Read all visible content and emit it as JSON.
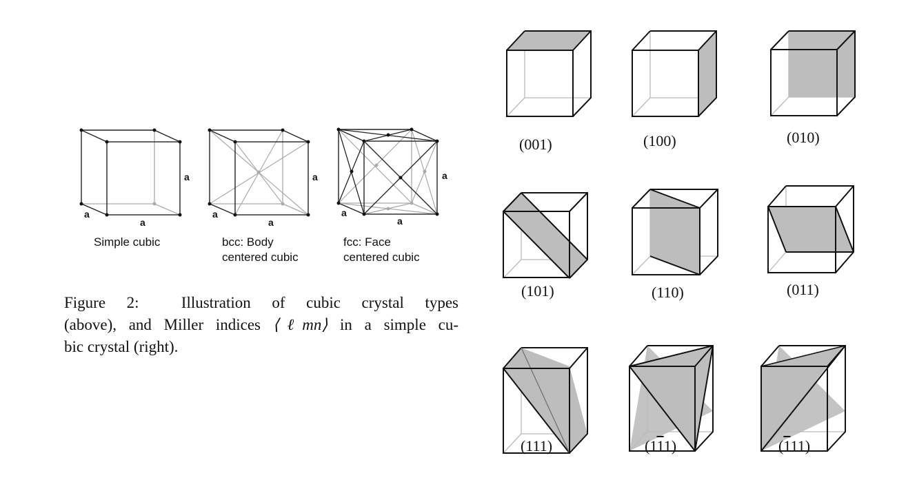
{
  "crystal_types": [
    {
      "caption_line1": "Simple cubic",
      "caption_line2": "",
      "edge_label": "a"
    },
    {
      "caption_line1": "bcc: Body",
      "caption_line2": "centered cubic",
      "edge_label": "a"
    },
    {
      "caption_line1": "fcc: Face",
      "caption_line2": "centered cubic",
      "edge_label": "a"
    }
  ],
  "figure_caption": {
    "prefix": "Figure 2:",
    "line1_rest": "Illustration of cubic crystal types",
    "line2_a": "(above), and Miller indices ",
    "line2_math": "⟨ℓmn⟩",
    "line2_b": " in a simple cu-",
    "line3": "bic crystal (right)."
  },
  "miller_planes": [
    {
      "open": "(",
      "digits": [
        "0",
        "0",
        "1"
      ],
      "close": ")"
    },
    {
      "open": "(",
      "digits": [
        "1",
        "0",
        "0"
      ],
      "close": ")"
    },
    {
      "open": "(",
      "digits": [
        "0",
        "1",
        "0"
      ],
      "close": ")"
    },
    {
      "open": "(",
      "digits": [
        "1",
        "0",
        "1"
      ],
      "close": ")"
    },
    {
      "open": "(",
      "digits": [
        "1",
        "1",
        "0"
      ],
      "close": ")"
    },
    {
      "open": "(",
      "digits": [
        "0",
        "1",
        "1"
      ],
      "close": ")"
    },
    {
      "open": "(",
      "digits": [
        "1",
        "1",
        "1"
      ],
      "close": ")"
    },
    {
      "open": "(",
      "digits": [
        "1",
        "1",
        "1"
      ],
      "overline_index": 1,
      "close": ")"
    },
    {
      "open": "(",
      "digits": [
        "1",
        "1",
        "1"
      ],
      "overline_index": 0,
      "close": ")"
    }
  ],
  "colors": {
    "plane_fill": "#bdbdbd",
    "edge": "#111111",
    "hidden_edge": "#b0b0b0"
  }
}
